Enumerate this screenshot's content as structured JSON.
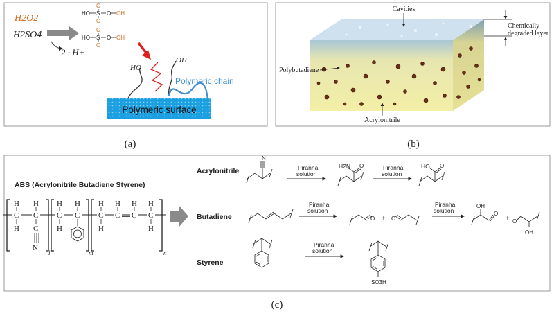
{
  "panel_a": {
    "reagent_h2o2": "H2O2",
    "reagent_h2so4": "H2SO4",
    "byproduct": "2 · H+",
    "molecule_1": "HO-S(O2)-O-OH",
    "molecule_2": "HO-S(O2)-O-OH",
    "ho_label": "HO",
    "oh_label": "OH",
    "chain_label": "Polymeric chain",
    "surface_label": "Polymeric surface",
    "caption": "(a)",
    "colors": {
      "surface": "#1a9fe0",
      "chain": "#3f8fd2",
      "orange": "#d2691e",
      "arrow_red": "#e02020",
      "arrow_gray": "#8a8a8a"
    }
  },
  "panel_b": {
    "cavities": "Cavities",
    "degraded_1": "Chemically",
    "degraded_2": "degraded layer",
    "polybutadiene": "Polybutadiene",
    "acrylonitrile": "Acrylonitrile",
    "caption": "(b)",
    "colors": {
      "matrix": "#f0eca4",
      "particle": "#6b2e16",
      "top": "#cfe0ee"
    }
  },
  "panel_c": {
    "title": "ABS (Acrylonitrile Butadiene Styrene)",
    "rows": [
      {
        "name": "Acrylonitrile",
        "arrow1_line1": "Piranha",
        "arrow1_line2": "solution",
        "arrow2_line1": "Piranha",
        "arrow2_line2": "solution",
        "amide": "H2N",
        "acid": "HO"
      },
      {
        "name": "Butadiene",
        "arrow1_line1": "Piranha",
        "arrow1_line2": "solution",
        "arrow2_line1": "Piranha",
        "arrow2_line2": "solution",
        "plus": "+",
        "oh_top": "OH",
        "oh_bottom": "OH"
      },
      {
        "name": "Styrene",
        "arrow1_line1": "Piranha",
        "arrow1_line2": "solution",
        "sulfonate": "SO3H"
      }
    ],
    "subscripts": {
      "l": "l",
      "m": "m",
      "n": "n"
    },
    "atoms": {
      "H": "H",
      "C": "C",
      "N": "N"
    },
    "caption": "(c)"
  }
}
